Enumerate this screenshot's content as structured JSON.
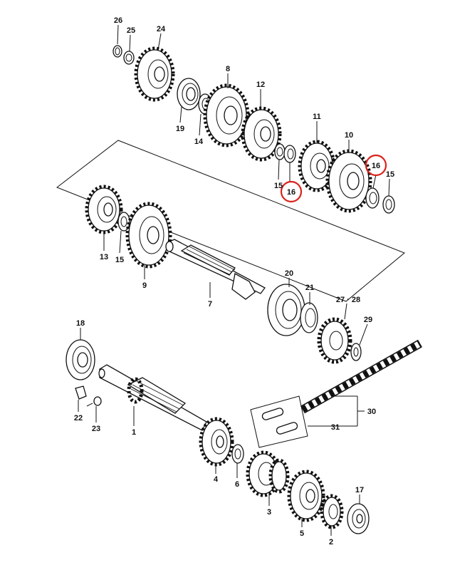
{
  "highlight_color": "#d9241c",
  "highlighted_callouts": [
    "16",
    "16"
  ],
  "callouts": {
    "c26": "26",
    "c25": "25",
    "c24": "24",
    "c8": "8",
    "c12": "12",
    "c19": "19",
    "c14": "14",
    "c11": "11",
    "c10": "10",
    "c16a": "16",
    "c15a": "15",
    "c16b": "16",
    "c15b": "15",
    "c13": "13",
    "c15c": "15",
    "c9": "9",
    "c7": "7",
    "c20": "20",
    "c21": "21",
    "c27_28": "27 · 28",
    "c29": "29",
    "c18": "18",
    "c22": "22",
    "c23": "23",
    "c1": "1",
    "c30": "30",
    "c31": "31",
    "c4": "4",
    "c6": "6",
    "c3": "3",
    "c5": "5",
    "c17": "17",
    "c2": "2"
  }
}
